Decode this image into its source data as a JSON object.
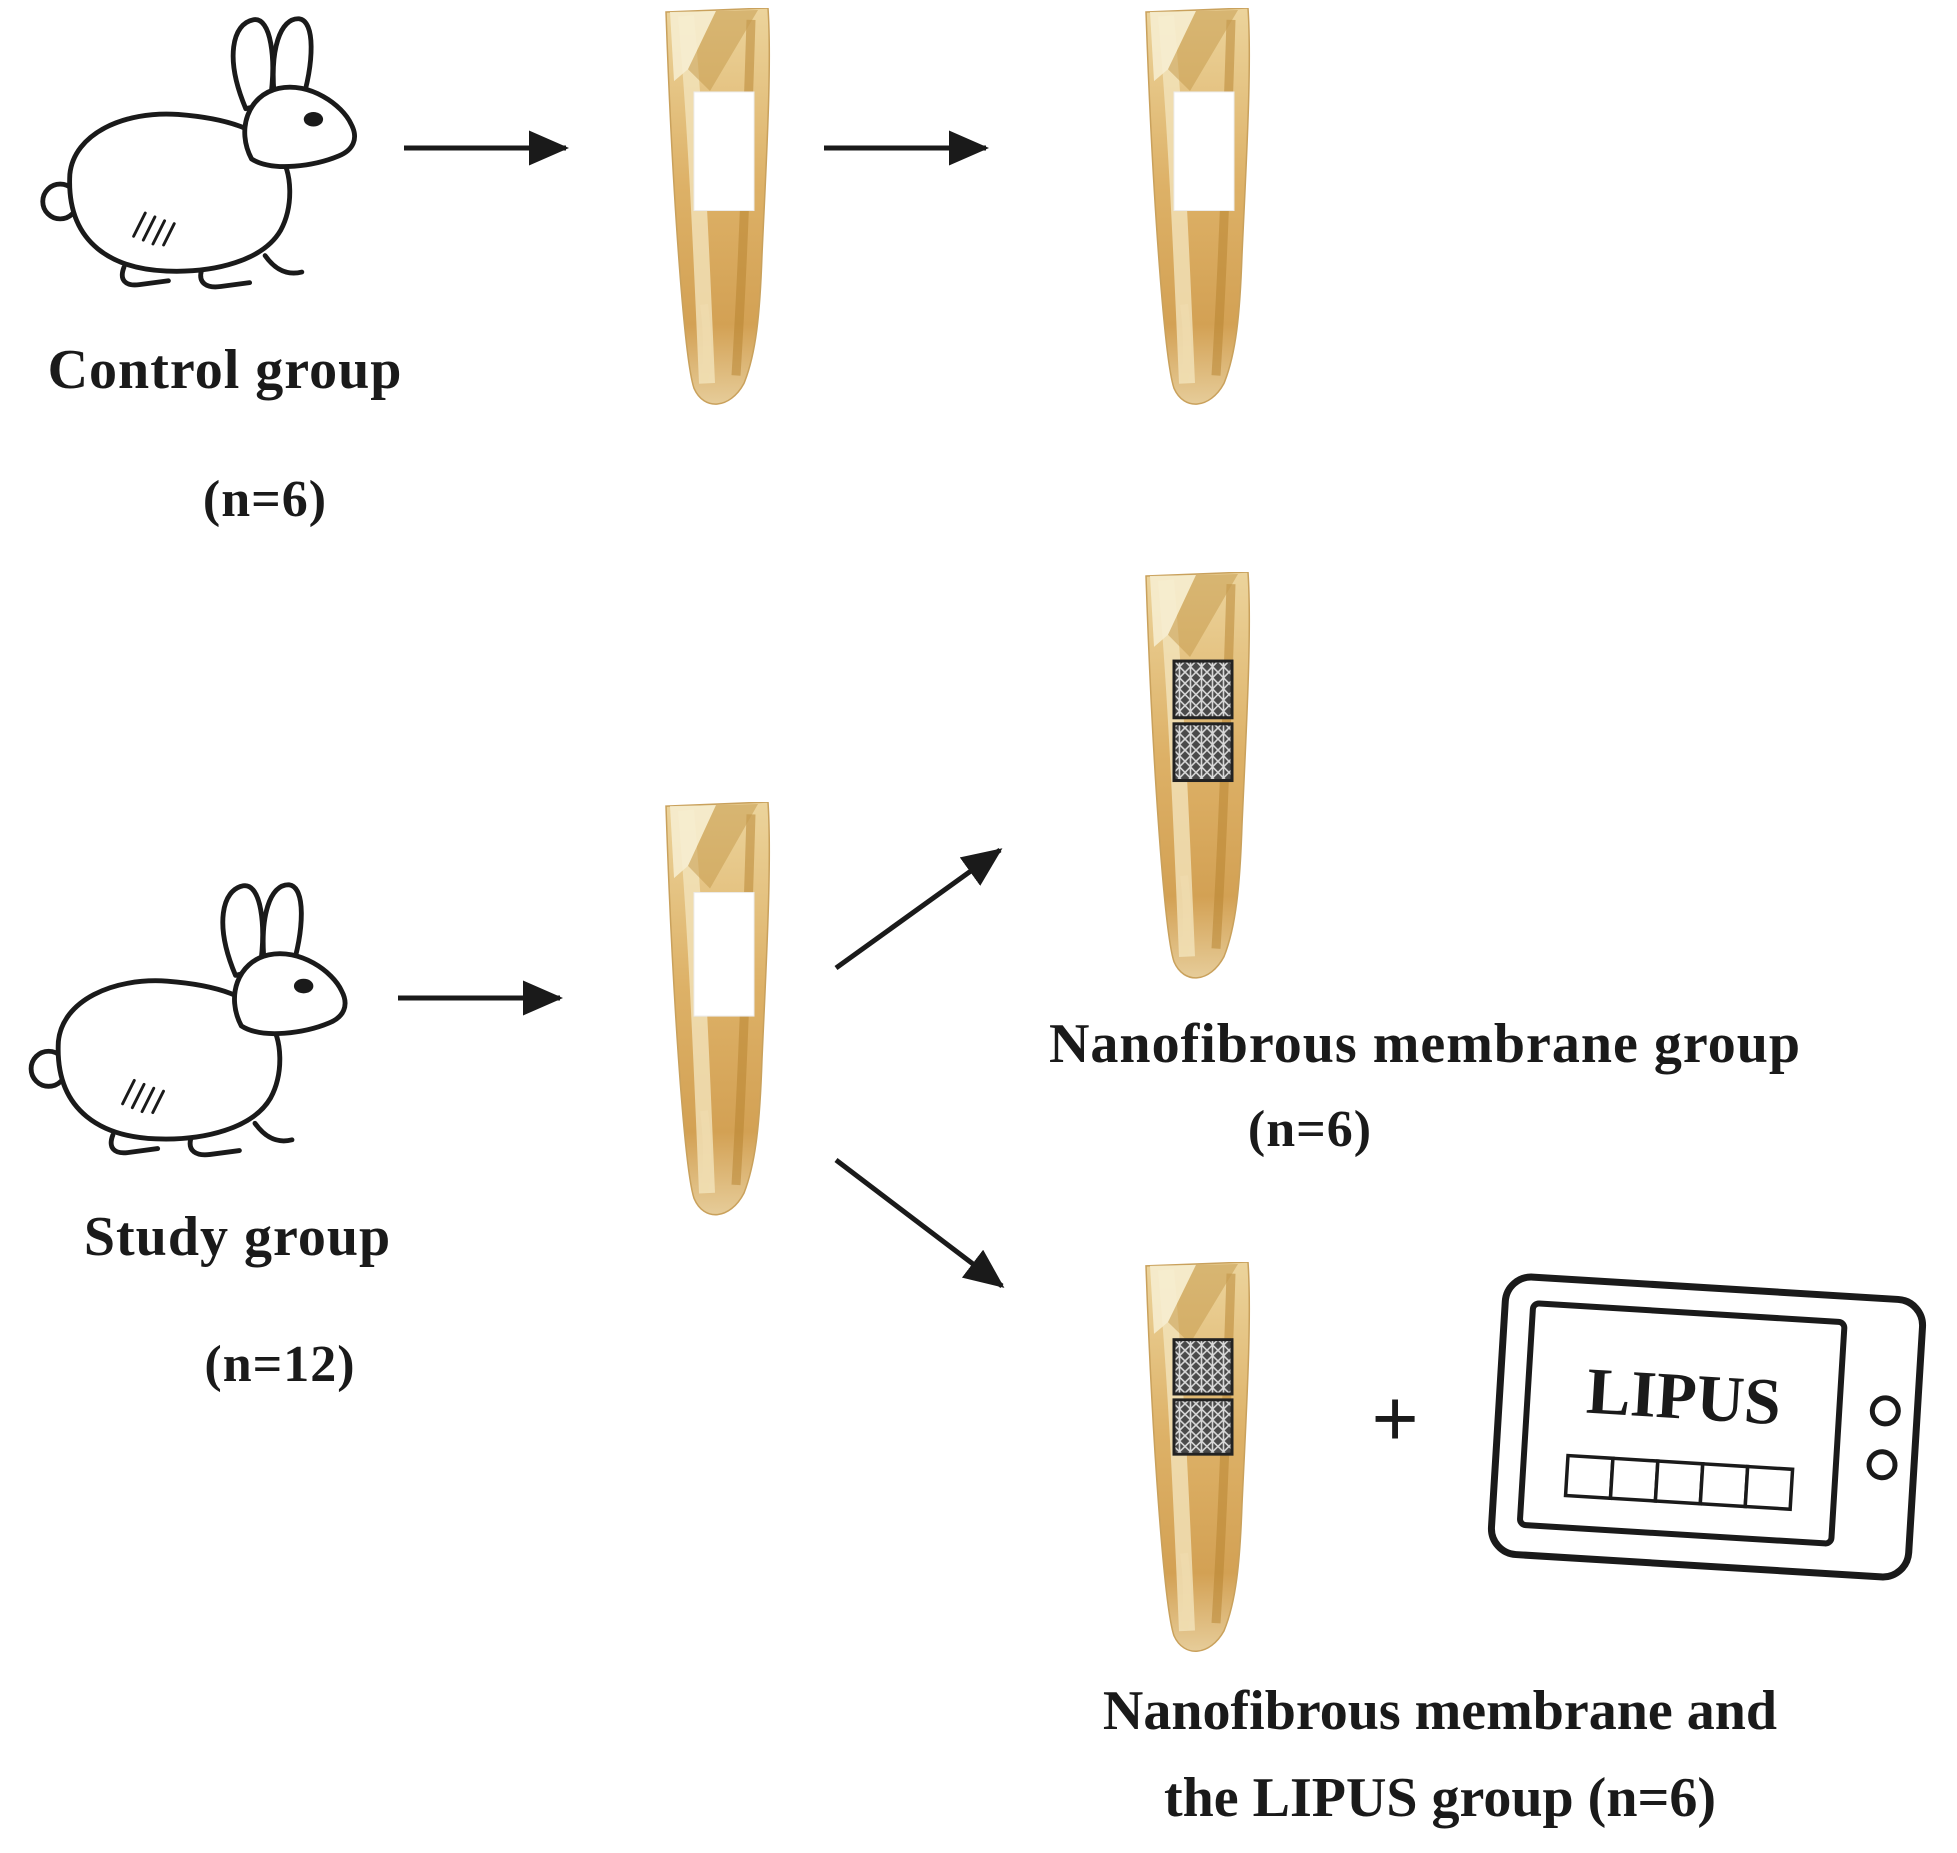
{
  "figure": {
    "type": "experimental-design-flowchart",
    "background": "#ffffff"
  },
  "groups": {
    "control": {
      "label": "Control group",
      "count": "(n=6)"
    },
    "study": {
      "label": "Study group",
      "count": "(n=12)"
    },
    "membrane": {
      "label": "Nanofibrous membrane group",
      "count": "(n=6)"
    },
    "membrane_lipus": {
      "line1": "Nanofibrous membrane  and",
      "line2": "the LIPUS group  (n=6)"
    }
  },
  "operators": {
    "plus": "+"
  },
  "device": {
    "label": "LIPUS"
  },
  "colors": {
    "bone_light": "#f2e3bb",
    "bone_mid": "#dcb065",
    "bone_dark": "#b5822e",
    "outline": "#1a1a1a",
    "membrane_dark": "#4a4a4a",
    "defect_white": "#ffffff"
  },
  "icons": [
    "rabbit-icon",
    "bone-defect-icon",
    "bone-membrane-icon",
    "lipus-device-icon",
    "arrow-right-icon",
    "arrow-up-right-icon",
    "arrow-down-right-icon",
    "plus-sign"
  ]
}
